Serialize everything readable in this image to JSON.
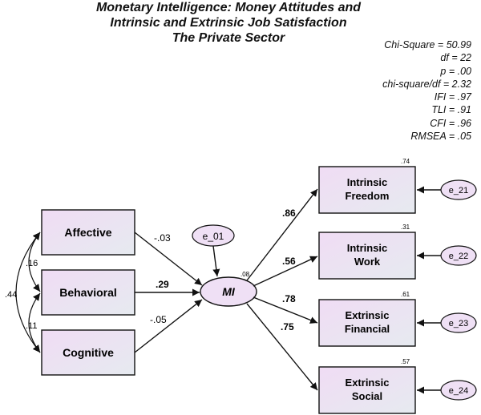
{
  "title": {
    "line1": "Monetary Intelligence: Money Attitudes and",
    "line2": "Intrinsic and Extrinsic Job Satisfaction",
    "line3": "The Private Sector"
  },
  "fit_stats": [
    "Chi-Square = 50.99",
    "df = 22",
    "p = .00",
    "chi-square/df = 2.32",
    "IFI = .97",
    "TLI = .91",
    "CFI = .96",
    "RMSEA = .05"
  ],
  "nodes": {
    "affective": "Affective",
    "behavioral": "Behavioral",
    "cognitive": "Cognitive",
    "mi": "MI",
    "e_01": "e_01",
    "intrinsic_freedom": [
      "Intrinsic",
      "Freedom"
    ],
    "intrinsic_work": [
      "Intrinsic",
      "Work"
    ],
    "extrinsic_financial": [
      "Extrinsic",
      "Financial"
    ],
    "extrinsic_social": [
      "Extrinsic",
      "Social"
    ],
    "e_21": "e_21",
    "e_22": "e_22",
    "e_23": "e_23",
    "e_24": "e_24"
  },
  "r_squared": {
    "mi": ".08",
    "intrinsic_freedom": ".74",
    "intrinsic_work": ".31",
    "extrinsic_financial": ".61",
    "extrinsic_social": ".57"
  },
  "paths": {
    "affective_mi": "-.03",
    "behavioral_mi": ".29",
    "cognitive_mi": "-.05",
    "mi_intrinsic_freedom": ".86",
    "mi_intrinsic_work": ".56",
    "mi_extrinsic_financial": ".78",
    "mi_extrinsic_social": ".75"
  },
  "correlations": {
    "affective_behavioral": ".16",
    "behavioral_cognitive": ".11",
    "affective_cognitive": ".44"
  },
  "colors": {
    "box_fill_left": "#f0dcf4",
    "box_fill_right": "#e6eaf0",
    "ellipse_fill": "#efe0f5",
    "stroke": "#111111"
  }
}
